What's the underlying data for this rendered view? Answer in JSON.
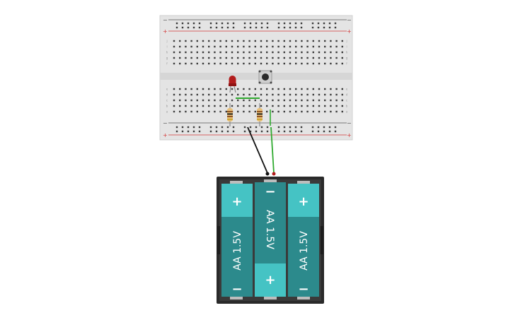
{
  "breadboard": {
    "rail_minus": "−",
    "rail_plus": "+",
    "row_letters_top": [
      "j",
      "i",
      "h",
      "g",
      "f"
    ],
    "row_letters_bottom": [
      "e",
      "d",
      "c",
      "b",
      "a"
    ],
    "column_count": 30
  },
  "battery_pack": {
    "cells": [
      {
        "label": "AA 1.5V",
        "top_sign": "+",
        "bottom_sign": "−"
      },
      {
        "label": "AA 1.5V",
        "top_sign": "−",
        "bottom_sign": "+"
      },
      {
        "label": "AA 1.5V",
        "top_sign": "+",
        "bottom_sign": "−"
      }
    ]
  },
  "colors": {
    "board": "#e4e4e4",
    "rail_red": "#d33a3a",
    "rail_dark": "#555555",
    "hole": "#3c3c3c",
    "battery_body": "#2c8a8c",
    "battery_cap": "#45c3c4",
    "pack": "#2a2a2a",
    "wire_green": "#2faa2f",
    "wire_black": "#111111",
    "led_red": "#b21c1c"
  }
}
